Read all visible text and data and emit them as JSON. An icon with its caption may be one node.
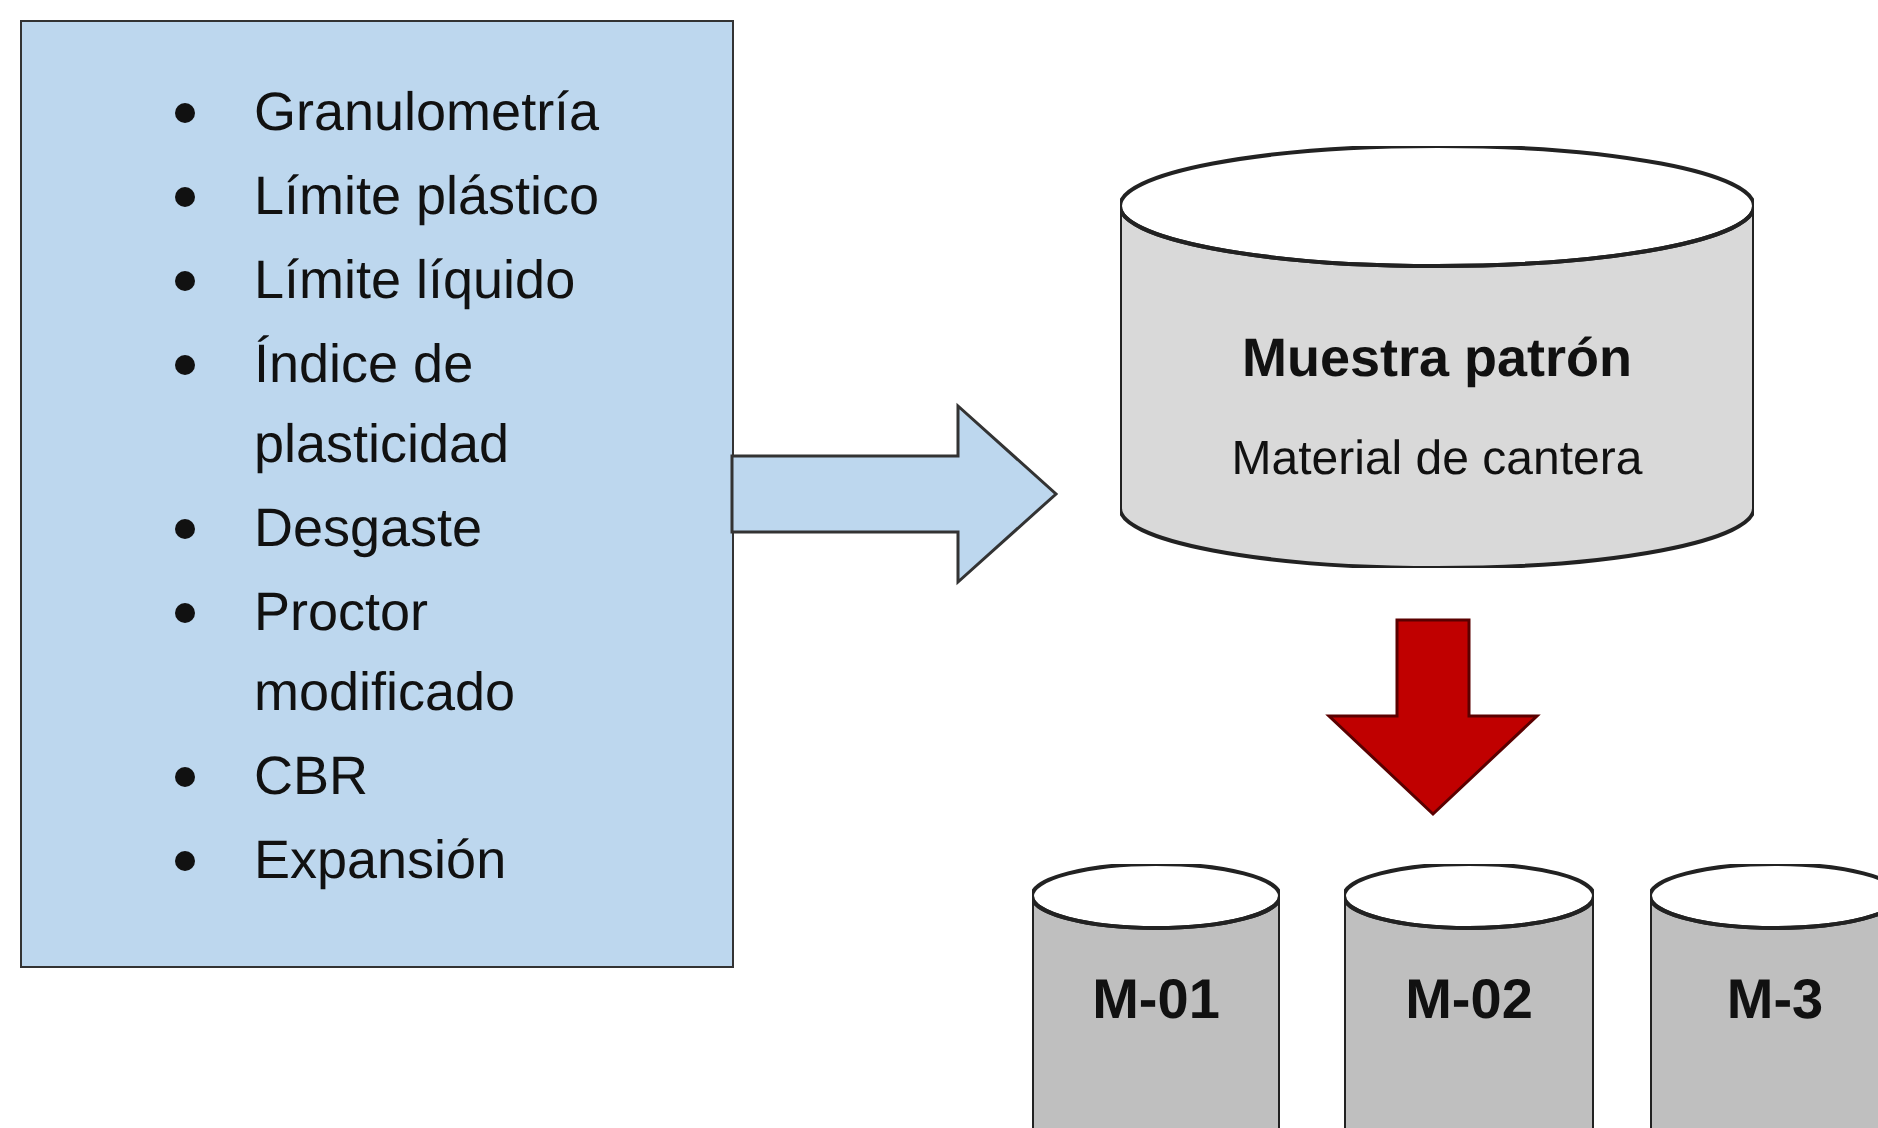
{
  "diagram": {
    "nodes": [
      {
        "text": [
          "Granulometría",
          "Límite plástico",
          "Límite líquido",
          "Índice de plasticidad",
          "Desgaste",
          "Proctor modificado",
          "CBR",
          "Expansión"
        ]
      },
      {
        "text": [
          "Muestra patrón",
          "Material de cantera"
        ]
      },
      {
        "text": [
          "M-01"
        ]
      },
      {
        "text": [
          "M-02"
        ]
      },
      {
        "text": [
          "M-3"
        ]
      }
    ],
    "edges": [
      {
        "from": 0,
        "to": 1,
        "arrow": "to",
        "style": "thick",
        "color": "#bdd7ee"
      },
      {
        "from": 1,
        "to": 3,
        "arrow": "to",
        "style": "thick",
        "color": "#c00000"
      }
    ]
  }
}
